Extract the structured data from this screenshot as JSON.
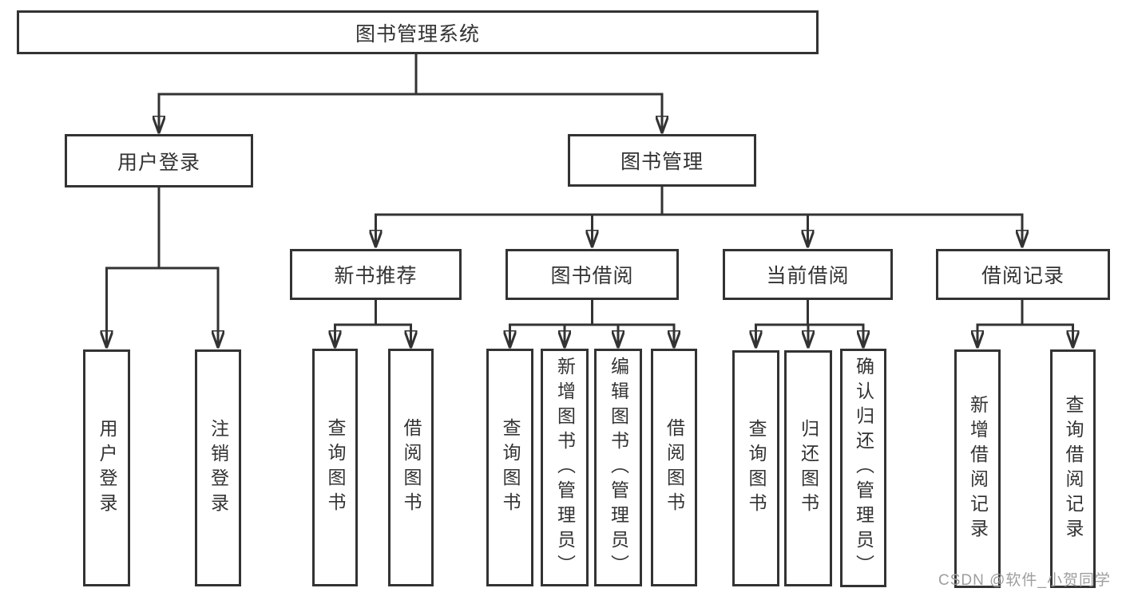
{
  "colors": {
    "line": "#333333",
    "text": "#333333",
    "box_background": "#ffffff",
    "watermark": "#9e9e9e"
  },
  "watermark": {
    "text": "CSDN @软件_小贺同学"
  },
  "tree": {
    "root": {
      "label": "图书管理系统",
      "children": [
        {
          "label": "用户登录",
          "children": [
            {
              "label": "用户登录"
            },
            {
              "label": "注销登录"
            }
          ]
        },
        {
          "label": "图书管理",
          "children": [
            {
              "label": "新书推荐",
              "children": [
                {
                  "label": "查询图书"
                },
                {
                  "label": "借阅图书"
                }
              ]
            },
            {
              "label": "图书借阅",
              "children": [
                {
                  "label": "查询图书"
                },
                {
                  "label": "新增图书（管理员）"
                },
                {
                  "label": "编辑图书（管理员）"
                },
                {
                  "label": "借阅图书"
                }
              ]
            },
            {
              "label": "当前借阅",
              "children": [
                {
                  "label": "查询图书"
                },
                {
                  "label": "归还图书"
                },
                {
                  "label": "确认归还（管理员）"
                }
              ]
            },
            {
              "label": "借阅记录",
              "children": [
                {
                  "label": "新增借阅记录"
                },
                {
                  "label": "查询借阅记录"
                }
              ]
            }
          ]
        }
      ]
    }
  }
}
